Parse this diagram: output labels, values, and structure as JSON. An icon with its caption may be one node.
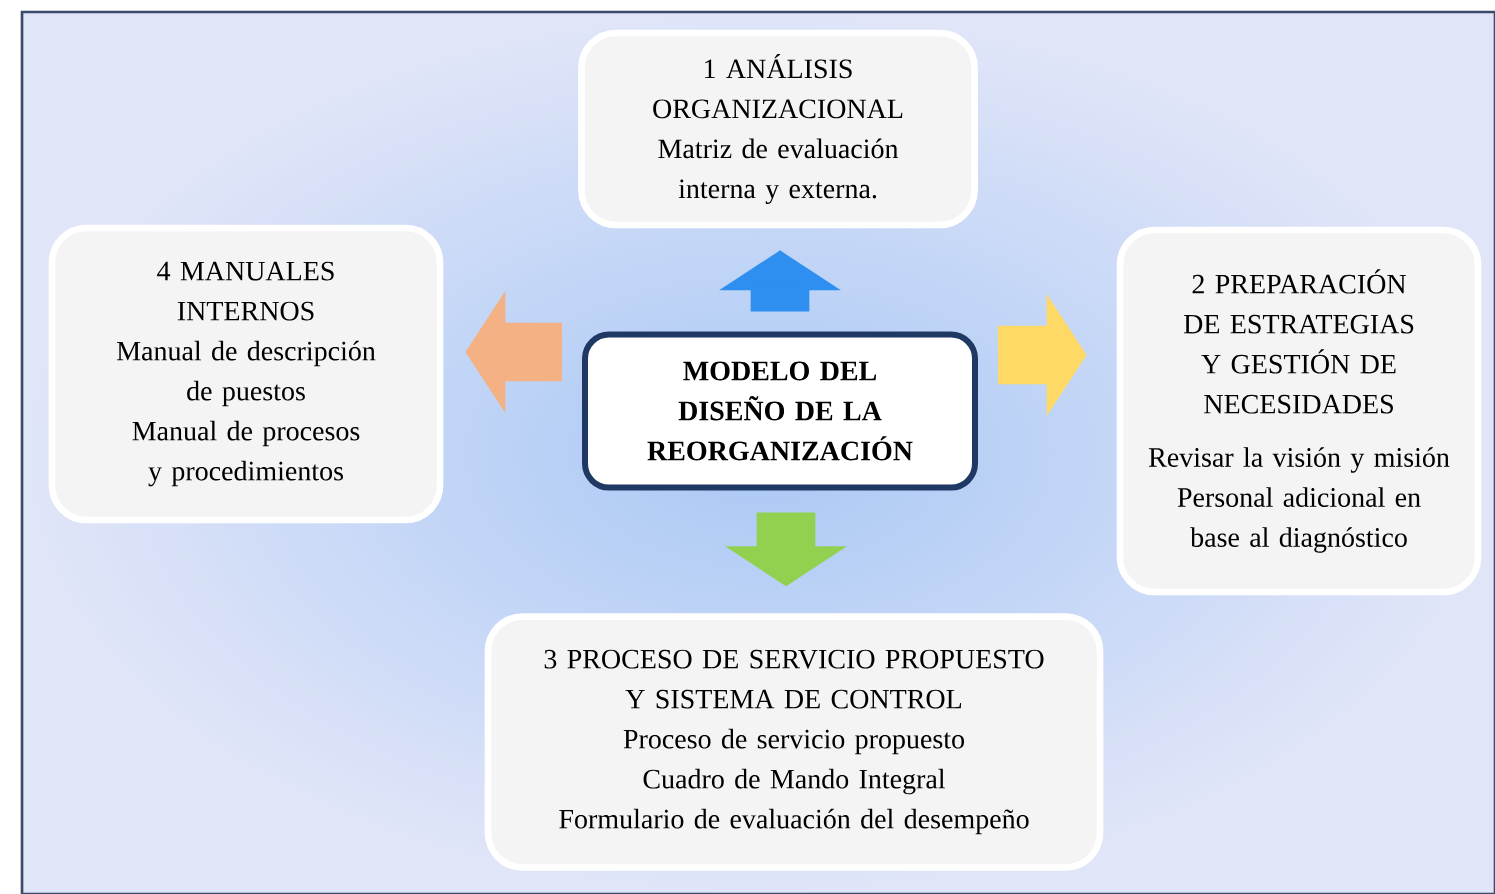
{
  "diagram": {
    "nodes": [
      {
        "text": [
          "1 ANÁLISIS ORGANIZACIONAL",
          "Matriz de evaluación interna y externa."
        ]
      },
      {
        "text": [
          "4 MANUALES INTERNOS",
          "Manual de descripción de puestos",
          "Manual de procesos y procedimientos"
        ]
      },
      {
        "text": [
          "MODELO DEL DISEÑO DE LA REORGANIZACIÓN"
        ]
      },
      {
        "text": [
          "2 PREPARACIÓN DE ESTRATEGIAS Y GESTIÓN DE NECESIDADES",
          "Revisar la visión y misión",
          "Personal adicional en base al diagnóstico"
        ]
      },
      {
        "text": [
          "3 PROCESO DE SERVICIO PROPUESTO Y SISTEMA DE CONTROL",
          "Proceso de servicio propuesto",
          "Cuadro de Mando Integral",
          "Formulario de evaluación del desempeño"
        ]
      }
    ],
    "edges": [
      {
        "from": 2,
        "to": 0,
        "arrow": "to",
        "color": "#2f8ff0"
      },
      {
        "from": 2,
        "to": 3,
        "arrow": "to",
        "color": "#ffd966"
      },
      {
        "from": 2,
        "to": 4,
        "arrow": "to",
        "color": "#92d050"
      },
      {
        "from": 2,
        "to": 1,
        "arrow": "to",
        "color": "#f4b183"
      }
    ]
  }
}
